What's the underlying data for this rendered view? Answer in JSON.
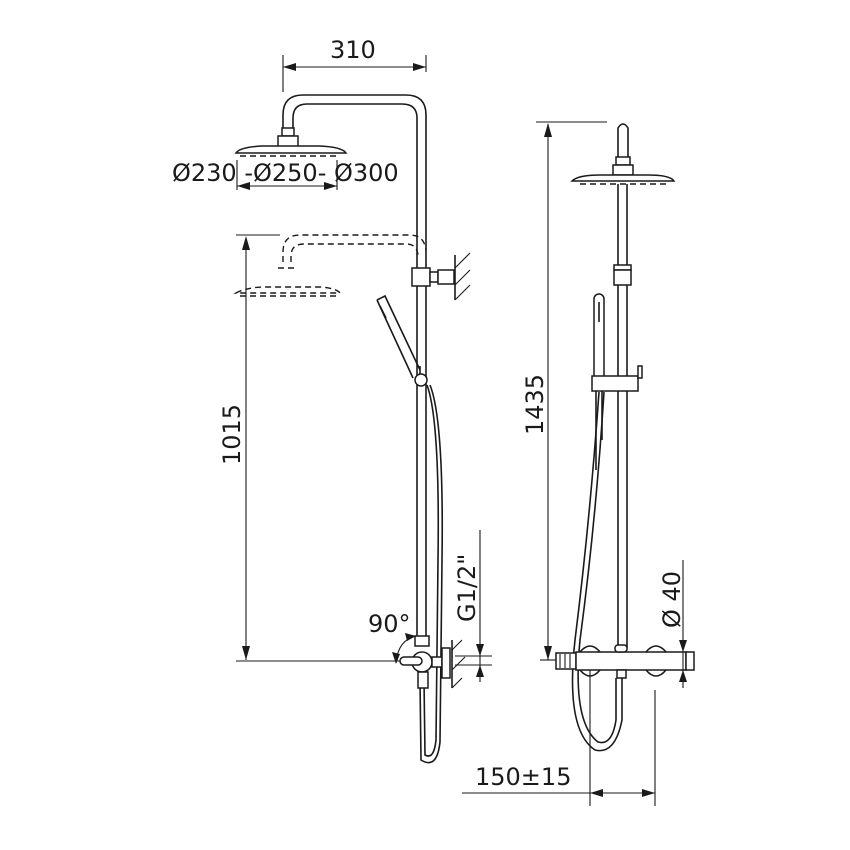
{
  "drawing": {
    "title": "Shower column technical drawing",
    "views": [
      "side-view",
      "front-view"
    ],
    "dimensions": {
      "arm_reach": "310",
      "head_diameters": "Ø230 -Ø250- Ø300",
      "mixer_height": "1015",
      "total_height": "1435",
      "inlet_thread": "G1/2\"",
      "handle_rotation": "90°",
      "bar_diameter": "Ø 40",
      "inlet_spacing": "150±15"
    }
  }
}
